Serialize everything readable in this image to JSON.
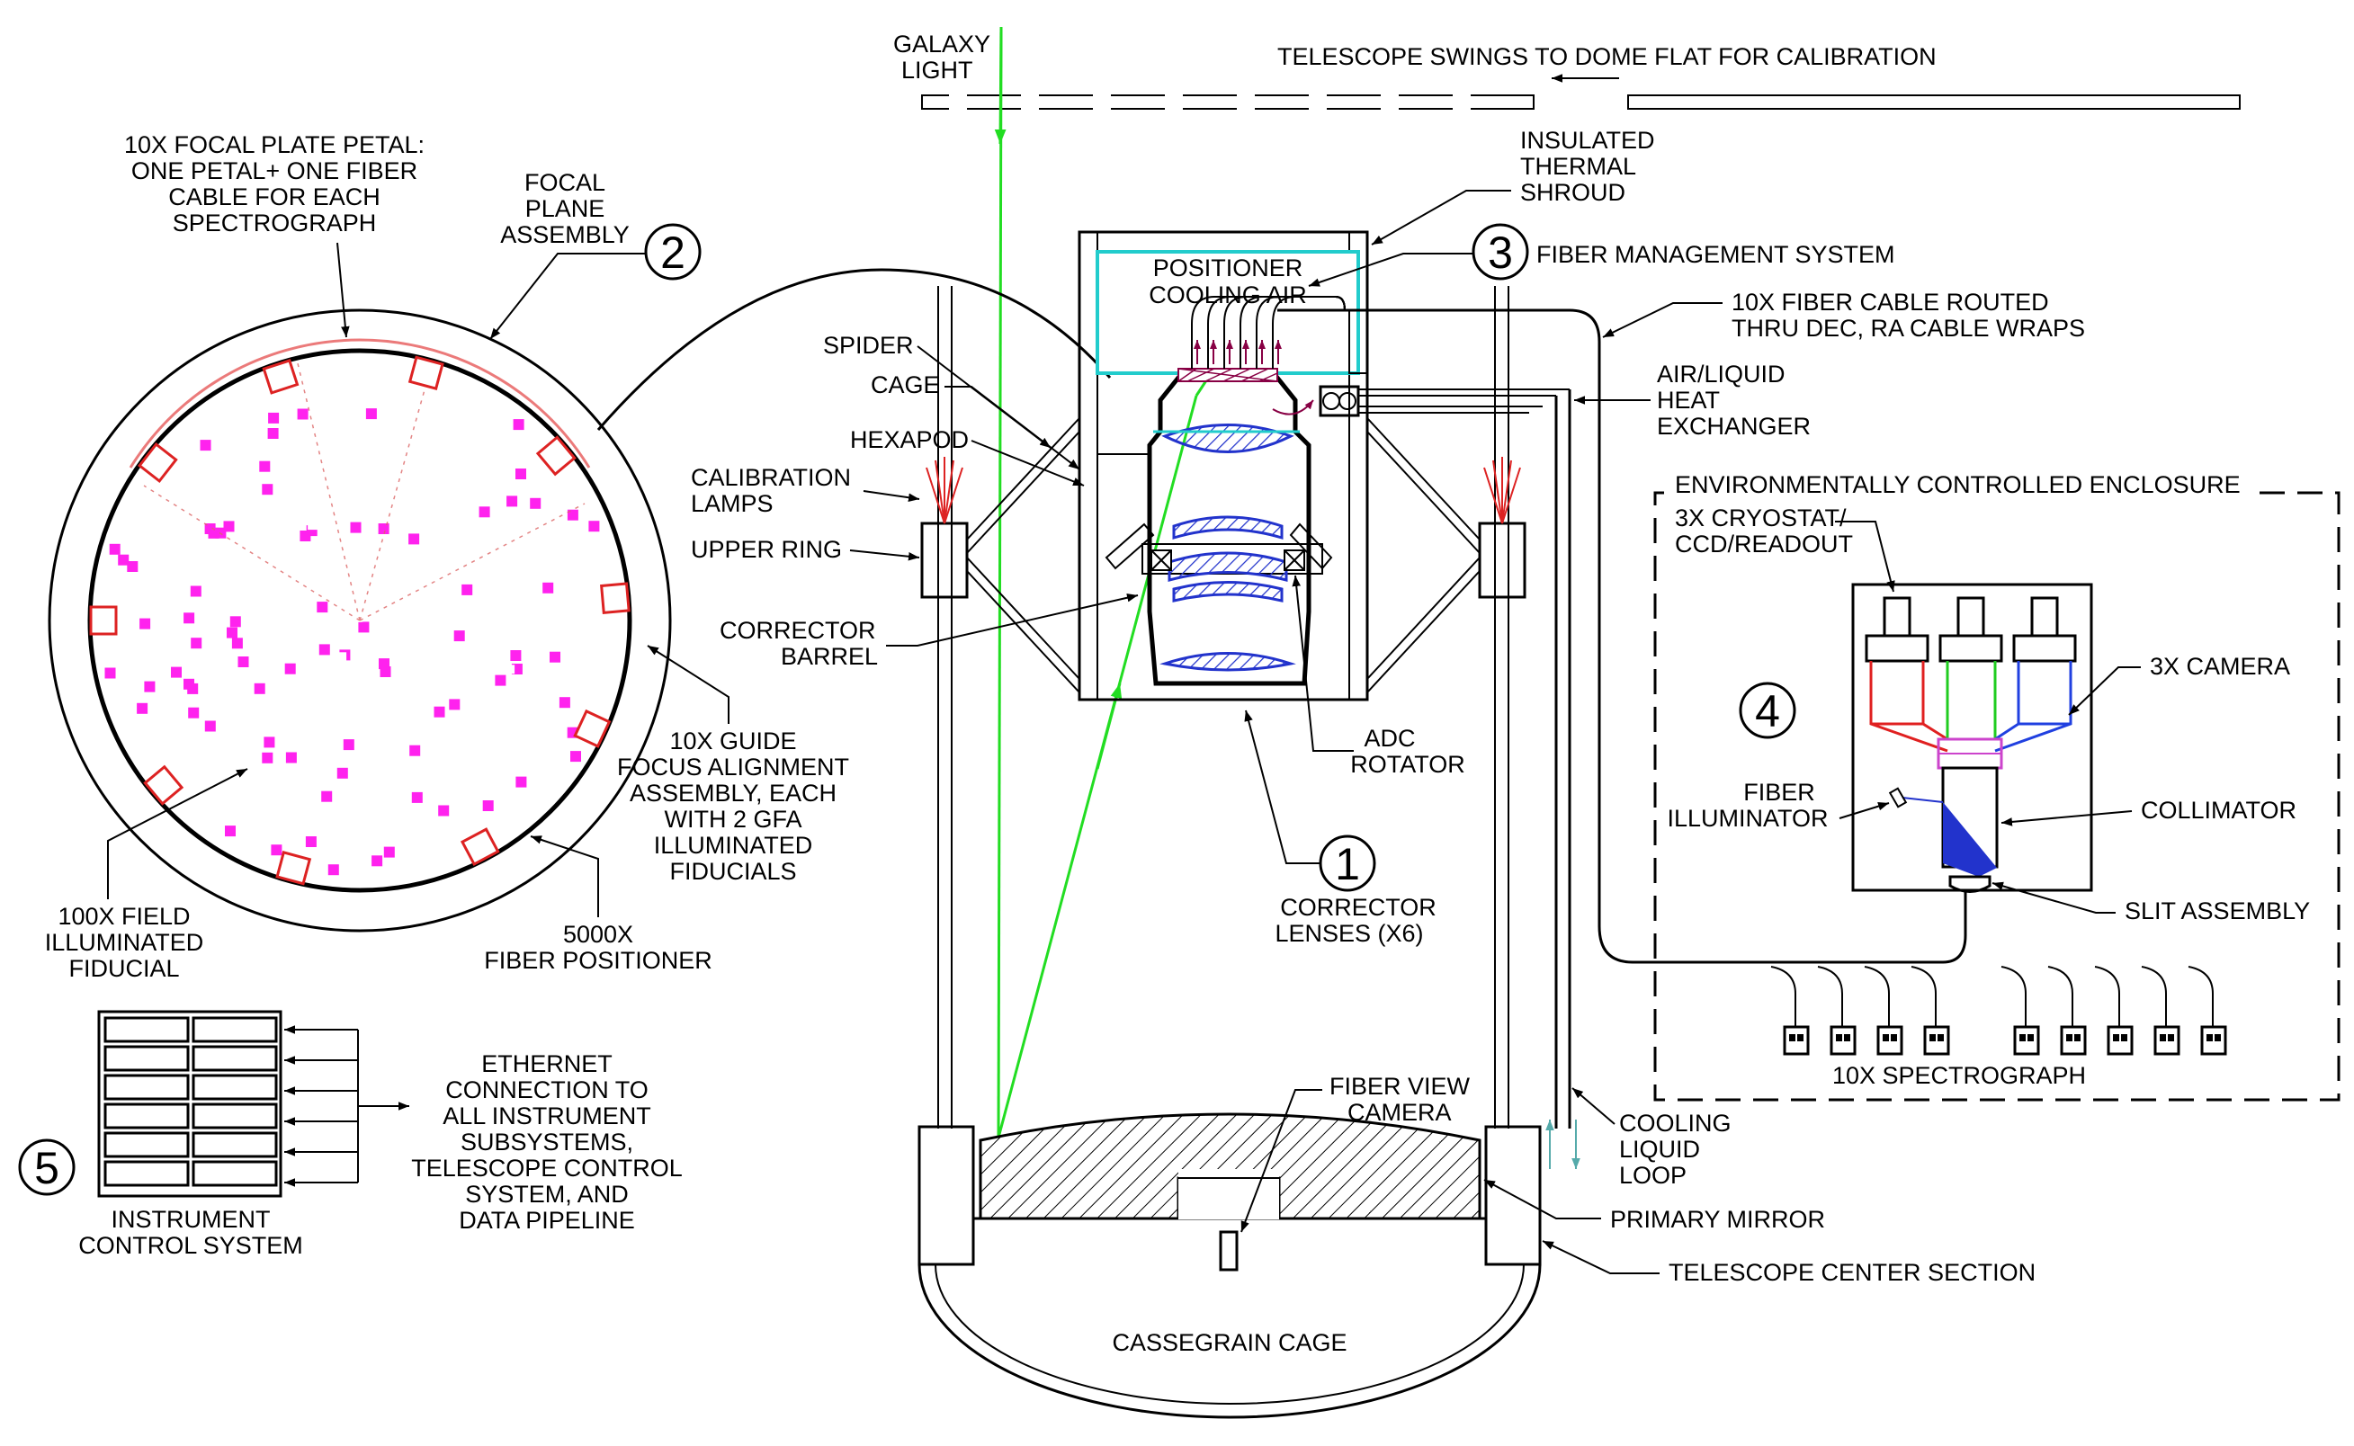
{
  "colors": {
    "light_beam": "#22dd22",
    "lens_blue": "#2233cc",
    "plate_blue": "#2a2adb",
    "fiducial_magenta": "#ff22ee",
    "guide_red": "#dd2222",
    "air_cyan": "#22cccc",
    "cable_arrow": "#880044",
    "cooling_loop": "#55aaaa",
    "camera_red": "#e02020",
    "camera_green": "#20cc20",
    "camera_blue": "#2040e0",
    "collimator_magenta": "#cc44cc"
  },
  "labels": {
    "galaxy_light": [
      "GALAXY",
      "LIGHT"
    ],
    "dome_flat": "TELESCOPE SWINGS TO DOME FLAT FOR CALIBRATION",
    "shroud": [
      "INSULATED",
      "THERMAL",
      "SHROUD"
    ],
    "cooling_air": [
      "POSITIONER",
      "COOLING AIR"
    ],
    "fiber_mgmt": "FIBER MANAGEMENT SYSTEM",
    "fiber_cable": [
      "10X FIBER CABLE ROUTED",
      "THRU DEC, RA CABLE WRAPS"
    ],
    "heat_exchanger": [
      "AIR/LIQUID",
      "HEAT",
      "EXCHANGER"
    ],
    "spider": "SPIDER",
    "cage": "CAGE",
    "hexapod": "HEXAPOD",
    "calibration_lamps": [
      "CALIBRATION",
      "LAMPS"
    ],
    "upper_ring": "UPPER RING",
    "corrector_barrel": [
      "CORRECTOR",
      "BARREL"
    ],
    "adc_rotator": [
      "ADC",
      "ROTATOR"
    ],
    "corrector_lenses": [
      "CORRECTOR",
      "LENSES (X6)"
    ],
    "focal_petal": [
      "10X FOCAL PLATE PETAL:",
      "ONE PETAL+ ONE FIBER",
      "CABLE FOR EACH",
      "SPECTROGRAPH"
    ],
    "focal_plane": [
      "FOCAL",
      "PLANE",
      "ASSEMBLY"
    ],
    "guide_focus": [
      "10X GUIDE",
      "FOCUS ALIGNMENT",
      "ASSEMBLY, EACH",
      "WITH 2 GFA",
      "ILLUMINATED",
      "FIDUCIALS"
    ],
    "field_fiducial": [
      "100X FIELD",
      "ILLUMINATED",
      "FIDUCIAL"
    ],
    "fiber_positioner": [
      "5000X",
      "FIBER POSITIONER"
    ],
    "enclosure": "ENVIRONMENTALLY CONTROLLED ENCLOSURE",
    "cryostat": [
      "3X CRYOSTAT/",
      "CCD/READOUT"
    ],
    "camera": "3X CAMERA",
    "fiber_illuminator": [
      "FIBER",
      "ILLUMINATOR"
    ],
    "collimator": "COLLIMATOR",
    "slit_assembly": "SLIT ASSEMBLY",
    "spectrograph": "10X SPECTROGRAPH",
    "fiber_view_camera": [
      "FIBER VIEW",
      "CAMERA"
    ],
    "cooling_liquid": [
      "COOLING",
      "LIQUID",
      "LOOP"
    ],
    "primary_mirror": "PRIMARY MIRROR",
    "center_section": "TELESCOPE CENTER SECTION",
    "cassegrain": "CASSEGRAIN CAGE",
    "ethernet": [
      "ETHERNET",
      "CONNECTION TO",
      "ALL INSTRUMENT",
      "SUBSYSTEMS,",
      "TELESCOPE CONTROL",
      "SYSTEM, AND",
      "DATA PIPELINE"
    ],
    "instrument_control": [
      "INSTRUMENT",
      "CONTROL SYSTEM"
    ]
  },
  "callouts": [
    "1",
    "2",
    "3",
    "4",
    "5"
  ]
}
